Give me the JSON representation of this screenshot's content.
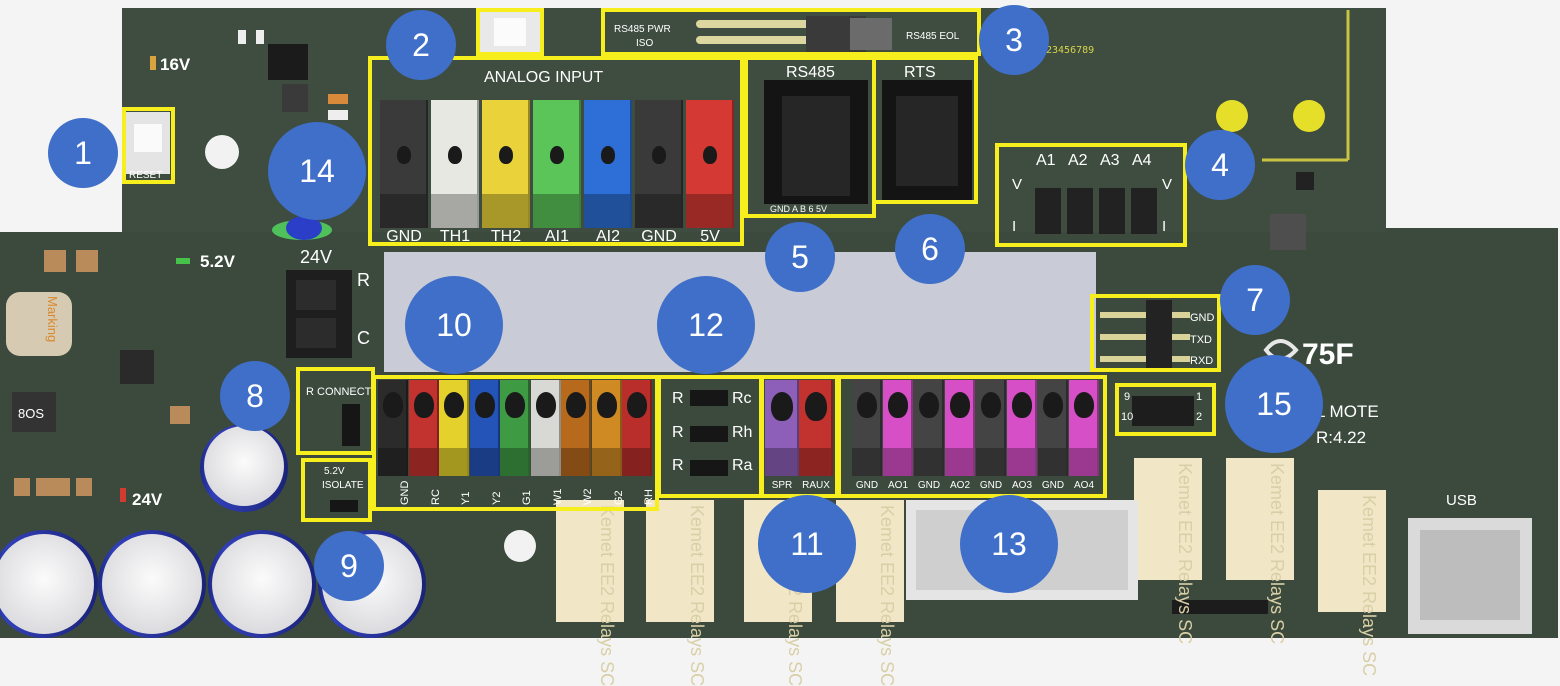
{
  "board": {
    "silk": {
      "v16": "16V",
      "reset": "RESET",
      "v52": "5.2V",
      "v24a": "24V",
      "v24b": "24V",
      "r": "R",
      "c": "C",
      "rs485pwr": "RS485 PWR",
      "iso": "ISO",
      "rs485eol": "RS485 EOL",
      "serial": "23456789",
      "analog_input": "ANALOG INPUT",
      "rs485": "RS485",
      "rts": "RTS",
      "a1": "A1",
      "a2": "A2",
      "a3": "A3",
      "a4": "A4",
      "v_left": "V",
      "v_right": "V",
      "i_left": "I",
      "i_right": "I",
      "gnd_tx": "GND",
      "txd": "TXD",
      "rxd": "RXD",
      "brand": "75F",
      "mote": "L MOTE",
      "version": "R:4.22",
      "usb": "USB",
      "r_connect": "R CONNECT",
      "isolate_v": "5.2V",
      "isolate": "ISOLATE",
      "jp_r1": "R",
      "jp_rc": "Rc",
      "jp_r2": "R",
      "jp_rh": "Rh",
      "jp_r3": "R",
      "jp_ra": "Ra",
      "pin9": "9",
      "pin10": "10",
      "pin1": "1",
      "pin2": "2",
      "rs485_pins": "GND A B 6 5V",
      "relay_text": "Kemet EE2 Relays SC",
      "buzzer": "Marking",
      "ic_text": "8OS"
    },
    "analog_labels": [
      "GND",
      "TH1",
      "TH2",
      "AI1",
      "AI2",
      "GND",
      "5V"
    ],
    "analog_colors": [
      "#3a3a3a",
      "#e8e8e2",
      "#e9d23a",
      "#5cc55a",
      "#2d6fd6",
      "#3a3a3a",
      "#d43a33"
    ],
    "left_term_labels": [
      "GND",
      "RC",
      "Y1",
      "Y2",
      "G1",
      "W1",
      "W2",
      "G2",
      "RH"
    ],
    "left_term_colors": [
      "#2b2b2b",
      "#c2332f",
      "#e4d12b",
      "#2554b8",
      "#3f9a44",
      "#d8d8d4",
      "#b86a1c",
      "#d08a24",
      "#b92e2a"
    ],
    "mid_term_labels": [
      "SPR",
      "RAUX"
    ],
    "mid_term_colors": [
      "#8d5fb8",
      "#c2332f"
    ],
    "right_term_labels": [
      "GND",
      "AO1",
      "GND",
      "AO2",
      "GND",
      "AO3",
      "GND",
      "AO4"
    ],
    "right_term_colors": [
      "#444444",
      "#d64fc7",
      "#444444",
      "#d64fc7",
      "#444444",
      "#d64fc7",
      "#444444",
      "#d64fc7"
    ]
  },
  "callouts": [
    "1",
    "2",
    "3",
    "4",
    "5",
    "6",
    "7",
    "8",
    "9",
    "10",
    "11",
    "12",
    "13",
    "14",
    "15"
  ]
}
